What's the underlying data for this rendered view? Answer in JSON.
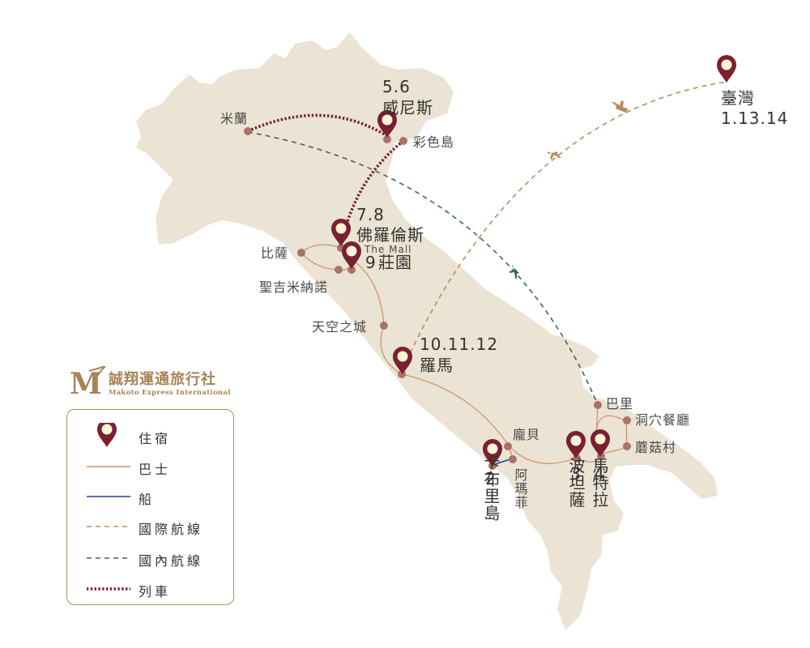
{
  "colors": {
    "land": "#ebe3d3",
    "pin": "#7a2030",
    "pin_center": "#fff4d8",
    "dot": "#a9726a",
    "bus": "#c9936d",
    "boat": "#2b3f8f",
    "intl_flight": "#b98d5b",
    "domestic_flight": "#3f6656",
    "train": "#7a1f2d",
    "brand": "#a98457"
  },
  "brand": {
    "logo_letter": "M",
    "name": "誠翔運通旅行社",
    "subtitle": "Makoto Express International"
  },
  "stays": [
    {
      "id": "venice",
      "number": "5.6",
      "name": "威尼斯"
    },
    {
      "id": "florence",
      "number": "7.8",
      "name": "佛羅倫斯"
    },
    {
      "id": "themall",
      "number": "9",
      "name": "莊園",
      "note": "The Mall"
    },
    {
      "id": "rome",
      "number": "10.11.12",
      "name": "羅馬"
    },
    {
      "id": "taiwan",
      "name": "臺灣",
      "number": "1.13.14"
    },
    {
      "id": "capri",
      "number": "2",
      "name": "卡布里島"
    },
    {
      "id": "potenza",
      "number": "3",
      "name": "波坦薩"
    },
    {
      "id": "matera",
      "number": "4",
      "name": "馬特拉"
    }
  ],
  "places": [
    {
      "id": "milan",
      "name": "米蘭"
    },
    {
      "id": "burano",
      "name": "彩色島"
    },
    {
      "id": "pisa",
      "name": "比薩"
    },
    {
      "id": "sangimignano",
      "name": "聖吉米納諾"
    },
    {
      "id": "civita",
      "name": "天空之城"
    },
    {
      "id": "pompeii",
      "name": "龐貝"
    },
    {
      "id": "amalfi",
      "name": "阿瑪菲"
    },
    {
      "id": "bari",
      "name": "巴里"
    },
    {
      "id": "cave",
      "name": "洞穴餐廳"
    },
    {
      "id": "alberobello",
      "name": "蘑菇村"
    }
  ],
  "legend": [
    {
      "id": "stay",
      "symbol": "pin-icon",
      "label": "住宿"
    },
    {
      "id": "bus",
      "symbol": "solid-line",
      "label": "巴士"
    },
    {
      "id": "boat",
      "symbol": "solid-line",
      "label": "船"
    },
    {
      "id": "intl",
      "symbol": "dashed-line",
      "label": "國際航線"
    },
    {
      "id": "domestic",
      "symbol": "dashed-line",
      "label": "國內航線"
    },
    {
      "id": "train",
      "symbol": "dotted-line",
      "label": "列車"
    }
  ]
}
